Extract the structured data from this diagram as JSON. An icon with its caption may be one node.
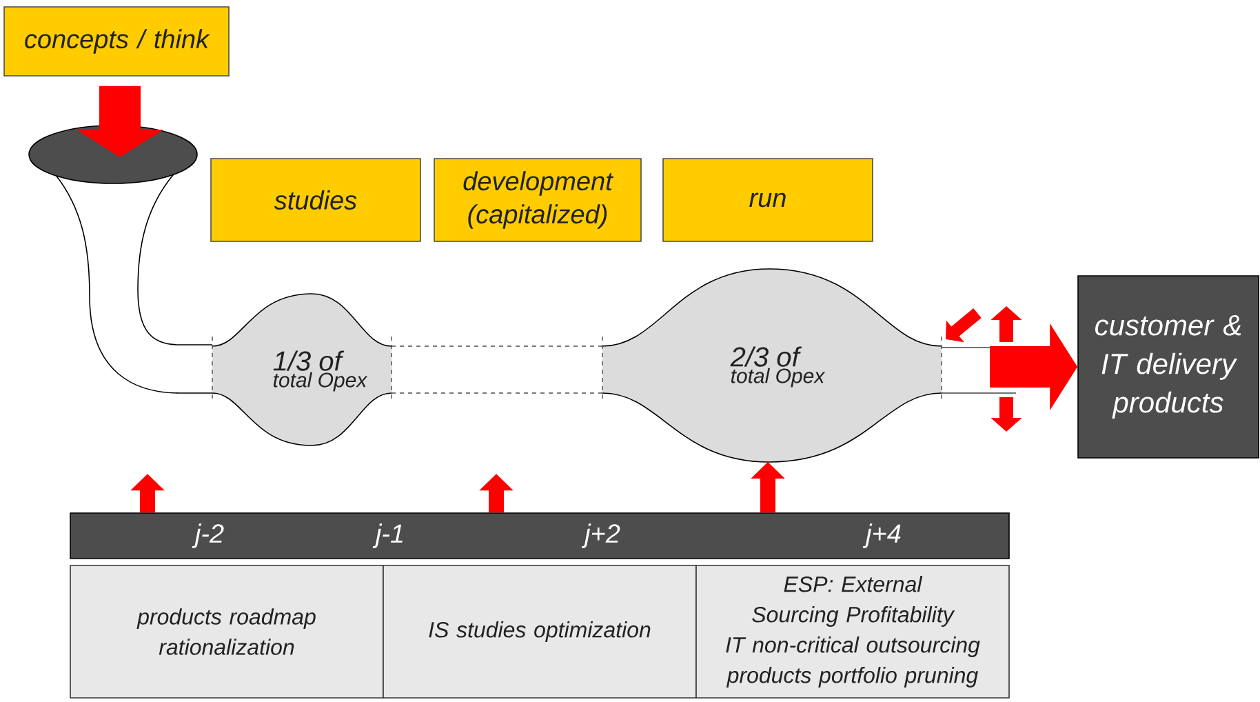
{
  "diagram": {
    "nodes": [
      {
        "text": [
          "concepts / think"
        ]
      },
      {
        "text": [],
        "shape": "ellipse"
      },
      {
        "text": [
          "studies"
        ]
      },
      {
        "text": [
          "development (capitalized)"
        ]
      },
      {
        "text": [
          "run"
        ]
      },
      {
        "text": [
          "1/3 of",
          "total Opex"
        ]
      },
      {
        "text": [
          "2/3 of",
          "total Opex"
        ]
      },
      {
        "text": [
          "customer & IT delivery products"
        ]
      },
      {
        "text": [
          "j-2",
          "j-1",
          "j+2",
          "j+4"
        ]
      },
      {
        "text": [
          "products roadmap rationalization"
        ]
      },
      {
        "text": [
          "IS studies optimization"
        ]
      },
      {
        "text": [
          "ESP: External Sourcing Profitability",
          "IT non-critical outsourcing",
          "products portfolio pruning"
        ]
      }
    ],
    "edges": [
      {
        "from": 0,
        "to": 1,
        "arrow": "to",
        "style": "thick"
      },
      {
        "from": 6,
        "to": 7,
        "arrow": "to",
        "style": "thick"
      },
      {
        "from": 8,
        "to": null,
        "arrow": "to"
      },
      {
        "from": 8,
        "to": null,
        "arrow": "to"
      },
      {
        "from": 8,
        "to": 6,
        "arrow": "to"
      },
      {
        "from": 5,
        "to": 6,
        "arrow": "none",
        "style": "dashed",
        "color": "#4d4d4d"
      }
    ]
  }
}
